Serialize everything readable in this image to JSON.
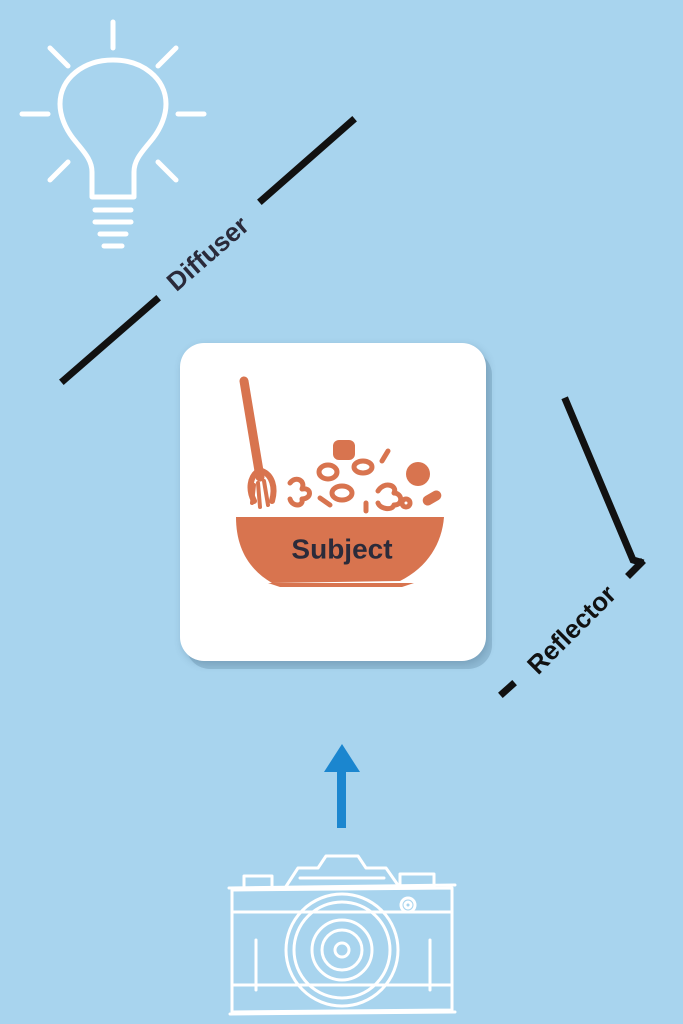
{
  "labels": {
    "diffuser": "Diffuser",
    "reflector": "Reflector",
    "subject": "Subject"
  },
  "colors": {
    "background": "#a8d4ee",
    "line": "#111111",
    "icon_outline": "#ffffff",
    "bowl": "#d8744f",
    "subject_text": "#2b2b3a",
    "arrow": "#1b86cf",
    "card": "#ffffff"
  },
  "icons": {
    "light": "lightbulb-icon",
    "subject": "food-bowl-icon",
    "camera": "camera-icon",
    "direction": "arrow-up-icon"
  }
}
